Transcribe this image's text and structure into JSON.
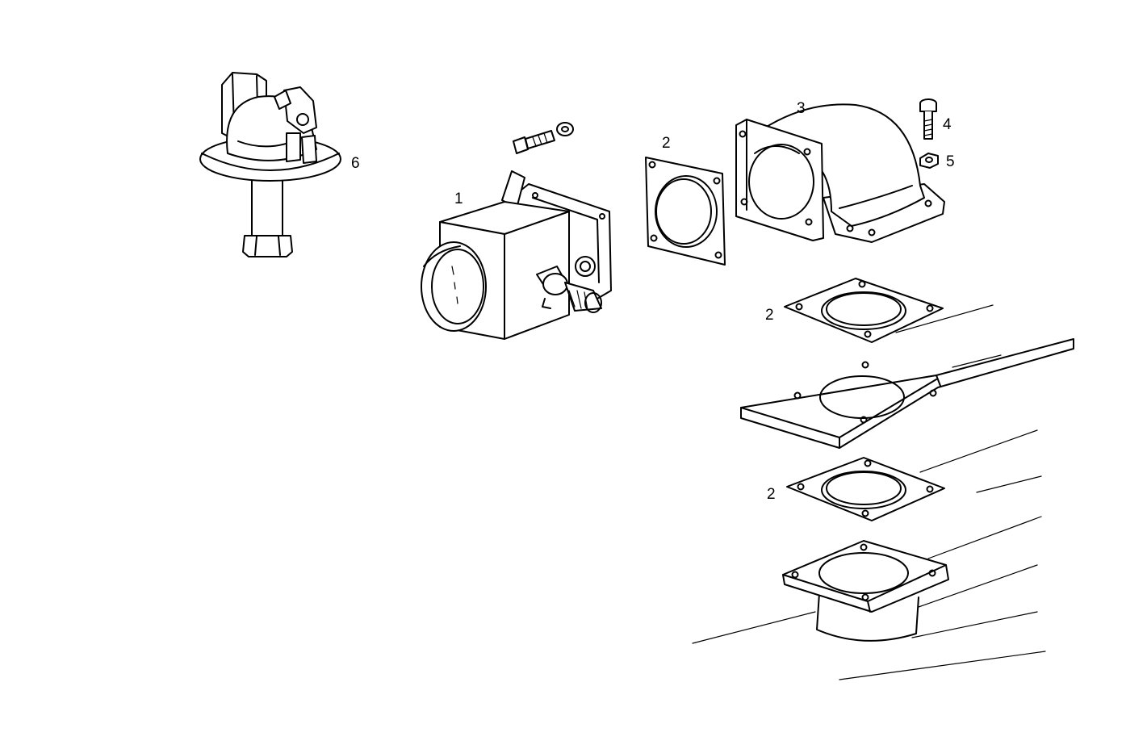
{
  "diagram": {
    "kind": "exploded-parts-view",
    "callouts": {
      "c1": "1",
      "c2a": "2",
      "c2b": "2",
      "c2c": "2",
      "c3": "3",
      "c4": "4",
      "c5": "5",
      "c6": "6"
    }
  },
  "colors": {
    "line": "#000000",
    "background": "#ffffff"
  }
}
